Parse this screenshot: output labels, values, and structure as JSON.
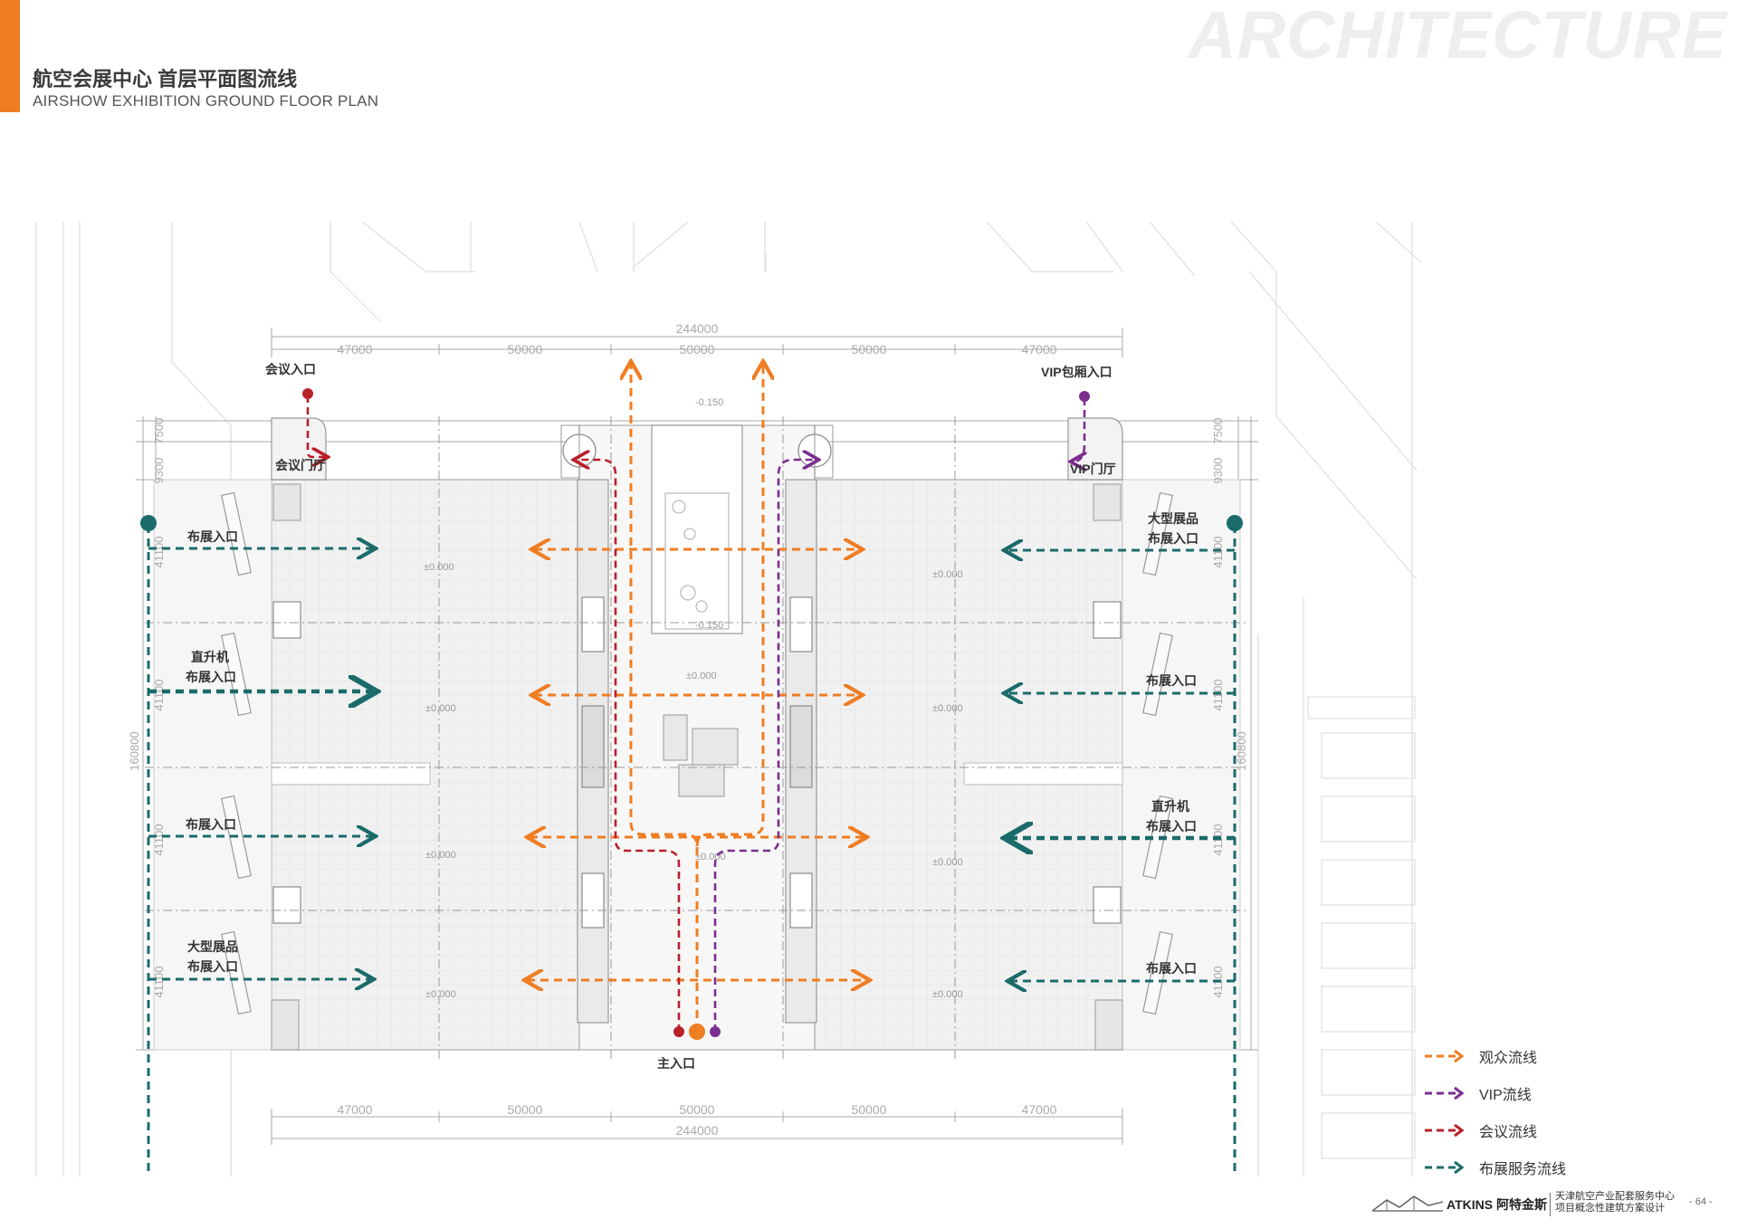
{
  "header": {
    "title_cn": "航空会展中心 首层平面图流线",
    "title_en": "AIRSHOW EXHIBITION GROUND FLOOR PLAN",
    "watermark": "ARCHITECTURE"
  },
  "dimensions": {
    "total_top": "244000",
    "total_bottom": "244000",
    "spans_top": [
      "47000",
      "50000",
      "50000",
      "50000",
      "47000"
    ],
    "spans_bottom": [
      "47000",
      "50000",
      "50000",
      "50000",
      "47000"
    ],
    "left_vertical": [
      "9300",
      "7500",
      "41100",
      "41100",
      "41100",
      "41100"
    ],
    "left_total": "160800",
    "right_vertical": [
      "9300",
      "7500",
      "41100",
      "41100",
      "41100",
      "41100"
    ],
    "right_total": "160800"
  },
  "levels": [
    "-0.150",
    "-0.150",
    "±0.000",
    "±0.000",
    "±0.000",
    "±0.000",
    "±0.000",
    "±0.000",
    "±0.000",
    "±0.000",
    "±0.000",
    "±0.000"
  ],
  "labels": {
    "conference_entrance": "会议入口",
    "conference_lobby": "会议门厅",
    "vip_entrance": "VIP包厢入口",
    "vip_lobby": "VIP门厅",
    "main_entrance": "主入口",
    "left": [
      "布展入口",
      "直升机",
      "布展入口",
      "布展入口",
      "大型展品",
      "布展入口"
    ],
    "right": [
      "大型展品",
      "布展入口",
      "布展入口",
      "直升机",
      "布展入口",
      "布展入口"
    ]
  },
  "legend": [
    {
      "label": "观众流线",
      "color": "#ef7d22"
    },
    {
      "label": "VIP流线",
      "color": "#7b2e8e"
    },
    {
      "label": "会议流线",
      "color": "#b8202a"
    },
    {
      "label": "布展服务流线",
      "color": "#1b6b6b"
    }
  ],
  "colors": {
    "audience": "#ef7d22",
    "vip": "#7b2e8e",
    "conference": "#b8202a",
    "service": "#1b6b6b",
    "accent": "#ef7d22"
  },
  "footer": {
    "brand": "ATKINS 阿特金斯",
    "project_line1": "天津航空产业配套服务中心",
    "project_line2": "项目概念性建筑方案设计",
    "page": "- 64 -"
  }
}
